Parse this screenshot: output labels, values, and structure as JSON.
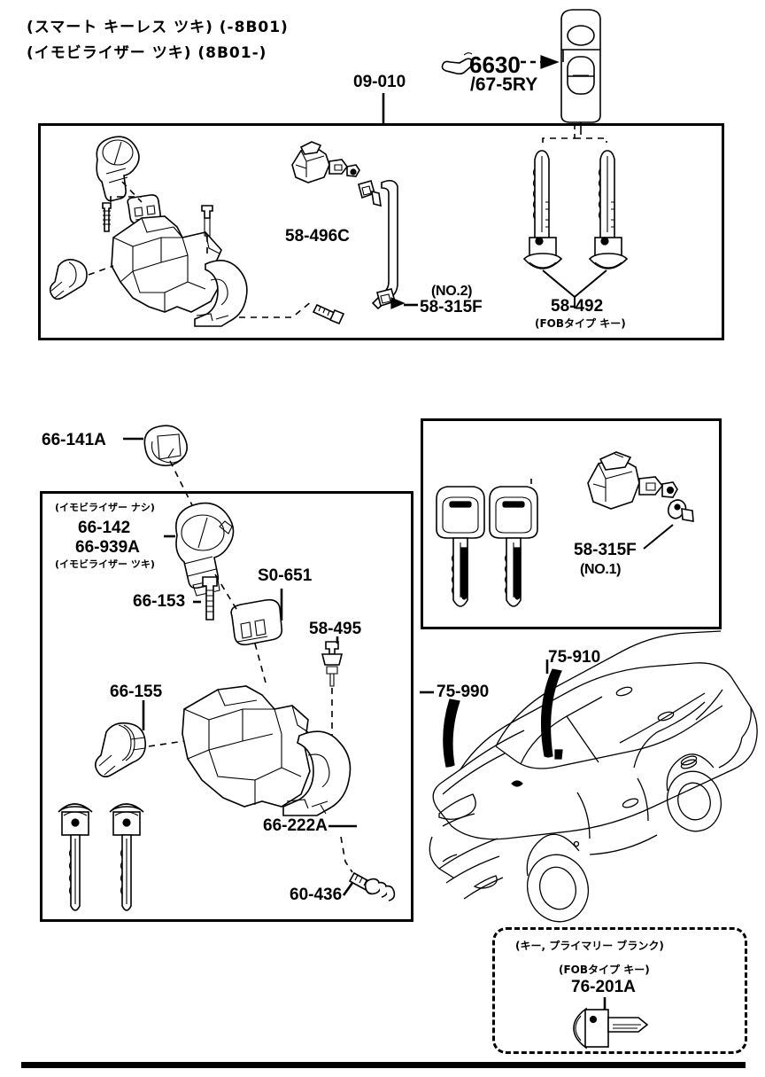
{
  "diagram": {
    "header_lines": [
      "(スマート キーレス ツキ) (-8B01)",
      "(イモビライザー ツキ) (8B01-)"
    ],
    "fob_callout": {
      "part_number": "6630",
      "suffix": "/67-5RY",
      "icon": "hand-pointer-icon"
    },
    "top_section": {
      "callout": "09-010",
      "labels": [
        {
          "id": "58-496C",
          "text": "58-496C"
        },
        {
          "id": "58-315F-no2-note",
          "text": "(NO.2)"
        },
        {
          "id": "58-315F-no2",
          "text": "58-315F"
        },
        {
          "id": "58-492",
          "text": "58-492"
        },
        {
          "id": "58-492-note",
          "text": "(FOBタイプ キー)"
        }
      ]
    },
    "mid_left": {
      "labels": [
        {
          "id": "66-141A",
          "text": "66-141A"
        },
        {
          "id": "66-142-note",
          "text": "(イモビライザー ナシ)"
        },
        {
          "id": "66-142",
          "text": "66-142"
        },
        {
          "id": "66-939A",
          "text": "66-939A"
        },
        {
          "id": "66-939A-note",
          "text": "(イモビライザー ツキ)"
        },
        {
          "id": "66-153",
          "text": "66-153"
        },
        {
          "id": "S0-651",
          "text": "S0-651"
        },
        {
          "id": "58-495",
          "text": "58-495"
        },
        {
          "id": "66-155",
          "text": "66-155"
        },
        {
          "id": "66-222A",
          "text": "66-222A"
        },
        {
          "id": "60-436",
          "text": "60-436"
        }
      ]
    },
    "key_box": {
      "labels": [
        {
          "id": "58-315F-no1",
          "text": "58-315F"
        },
        {
          "id": "58-315F-no1-note",
          "text": "(NO.1)"
        }
      ]
    },
    "vehicle": {
      "labels": [
        {
          "id": "75-910",
          "text": "75-910"
        },
        {
          "id": "75-990",
          "text": "75-990"
        }
      ]
    },
    "blank_key_box": {
      "title": "(キー, プライマリー ブランク)",
      "subtitle": "(FOBタイプ キー)",
      "part_number": "76-201A"
    },
    "colors": {
      "ink": "#000000",
      "paper": "#ffffff"
    }
  }
}
